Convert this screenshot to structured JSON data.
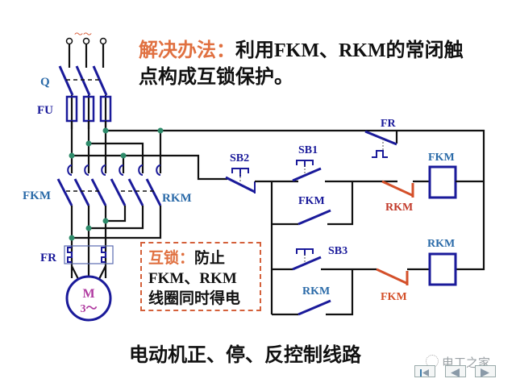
{
  "heading": {
    "prefix": "解决办法：",
    "line1_text_a": "利用",
    "line1_text_b": "FKM、RKM",
    "line1_text_c": "的常闭触",
    "line2": "点构成互锁保护。"
  },
  "labels": {
    "Q": "Q",
    "FU": "FU",
    "FKM_main": "FKM",
    "RKM_main": "RKM",
    "FR_main": "FR",
    "motor_M": "M",
    "motor_phase": "3～",
    "supply": "～～",
    "SB2": "SB2",
    "SB1": "SB1",
    "SB3": "SB3",
    "FR_ctrl": "FR",
    "FKM_hold": "FKM",
    "RKM_hold": "RKM",
    "RKM_interlock": "RKM",
    "FKM_interlock": "FKM",
    "FKM_coil": "FKM",
    "RKM_coil": "RKM"
  },
  "note": {
    "prefix": "互锁：",
    "line1": "防止",
    "line2": "FKM、RKM",
    "line3": "线圈同时得电"
  },
  "caption": "电动机正、停、反控制线路",
  "watermark": "电工之家",
  "nav": {
    "first": "first-slide",
    "prev": "previous-slide",
    "next": "next-slide"
  },
  "colors": {
    "wire": "#111111",
    "component": "#1a1a9a",
    "label_blue": "#2a6aa8",
    "interlock": "#d4502a",
    "node": "#2e8b6a",
    "accent_text": "#e07040"
  }
}
